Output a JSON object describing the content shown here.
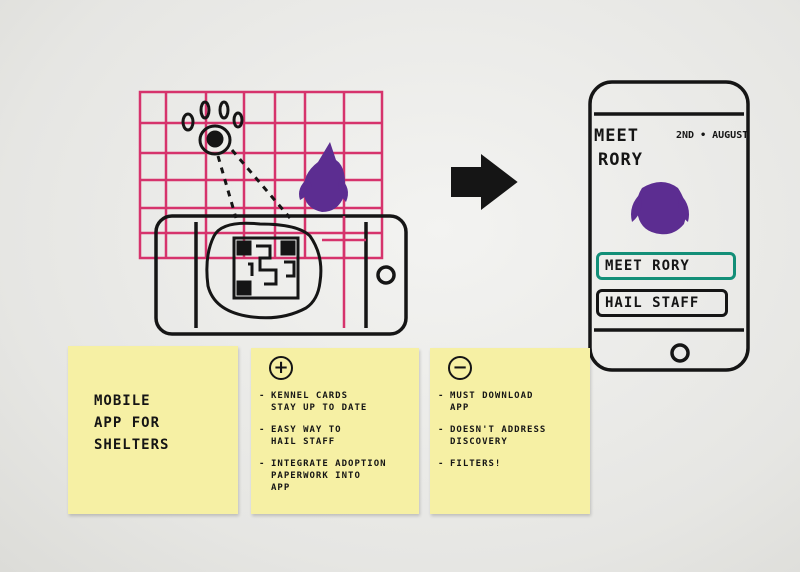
{
  "phone_screen": {
    "heading": "Meet",
    "date": "2nd • August",
    "pet_name": "Rory",
    "primary_button": "Meet Rory",
    "secondary_button": "Hail Staff"
  },
  "sticky_notes": {
    "title_note": "Mobile\nApp for\nShelters",
    "pros": {
      "symbol": "+",
      "items": [
        "Kennel cards\nstay up to date",
        "Easy way to\nhail staff",
        "Integrate adoption\npaperwork into\napp"
      ]
    },
    "cons": {
      "symbol": "−",
      "items": [
        "Must download\napp",
        "Doesn't address\ndiscovery",
        "Filters!"
      ]
    }
  },
  "colors": {
    "board": "#e9e9e6",
    "ink": "#151515",
    "grid_pink": "#d6336c",
    "pet_purple": "#5c2d91",
    "button_teal": "#138f78",
    "sticky_yellow": "#f6f0a4"
  },
  "icons": [
    "paw-print-icon",
    "qr-code-icon",
    "arrow-right-icon",
    "home-button-icon"
  ]
}
